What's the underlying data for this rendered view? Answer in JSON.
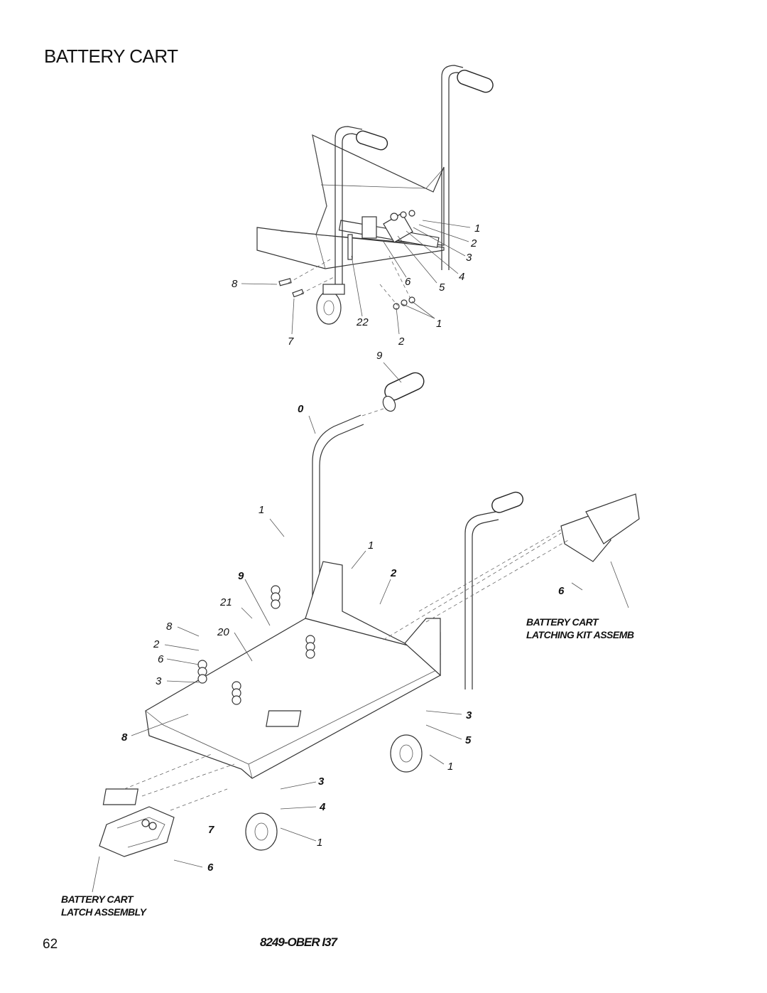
{
  "page": {
    "title": "BATTERY CART",
    "page_number": "62",
    "doc_code": "8249-OBER I37"
  },
  "captions": {
    "latching": [
      "BATTERY CART",
      "LATCHING KIT ASSEMB"
    ],
    "latch": [
      "BATTERY CART",
      "LATCH ASSEMBLY"
    ]
  },
  "callouts_top": [
    "1",
    "2",
    "3",
    "4",
    "5",
    "6",
    "8",
    "22",
    "1",
    "7",
    "2",
    "9"
  ],
  "callouts_bottom": [
    "0",
    "1",
    "1",
    "9",
    "2",
    "21",
    "6",
    "8",
    "20",
    "2",
    "6",
    "3",
    "3",
    "8",
    "5",
    "1",
    "3",
    "4",
    "7",
    "1",
    "6"
  ]
}
